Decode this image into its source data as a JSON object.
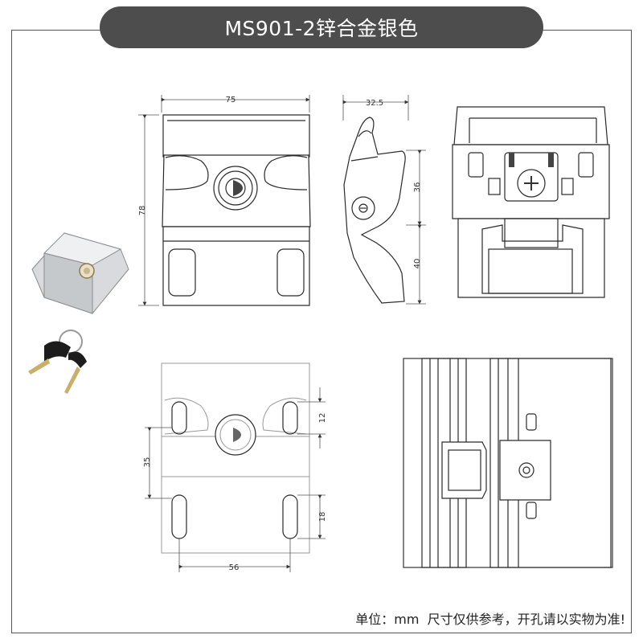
{
  "header": {
    "title": "MS901-2锌合金银色"
  },
  "dimensions": {
    "front_width": "75",
    "front_height": "78",
    "side_depth": "32.5",
    "side_upper": "36",
    "side_lower": "40",
    "mount_vertical_spacing": "35",
    "mount_slot_top": "12",
    "mount_slot_bottom": "18",
    "mount_horizontal_spacing": "56"
  },
  "footer": {
    "note": "单位：mm  尺寸仅供参考，开孔请以实物为准!"
  }
}
